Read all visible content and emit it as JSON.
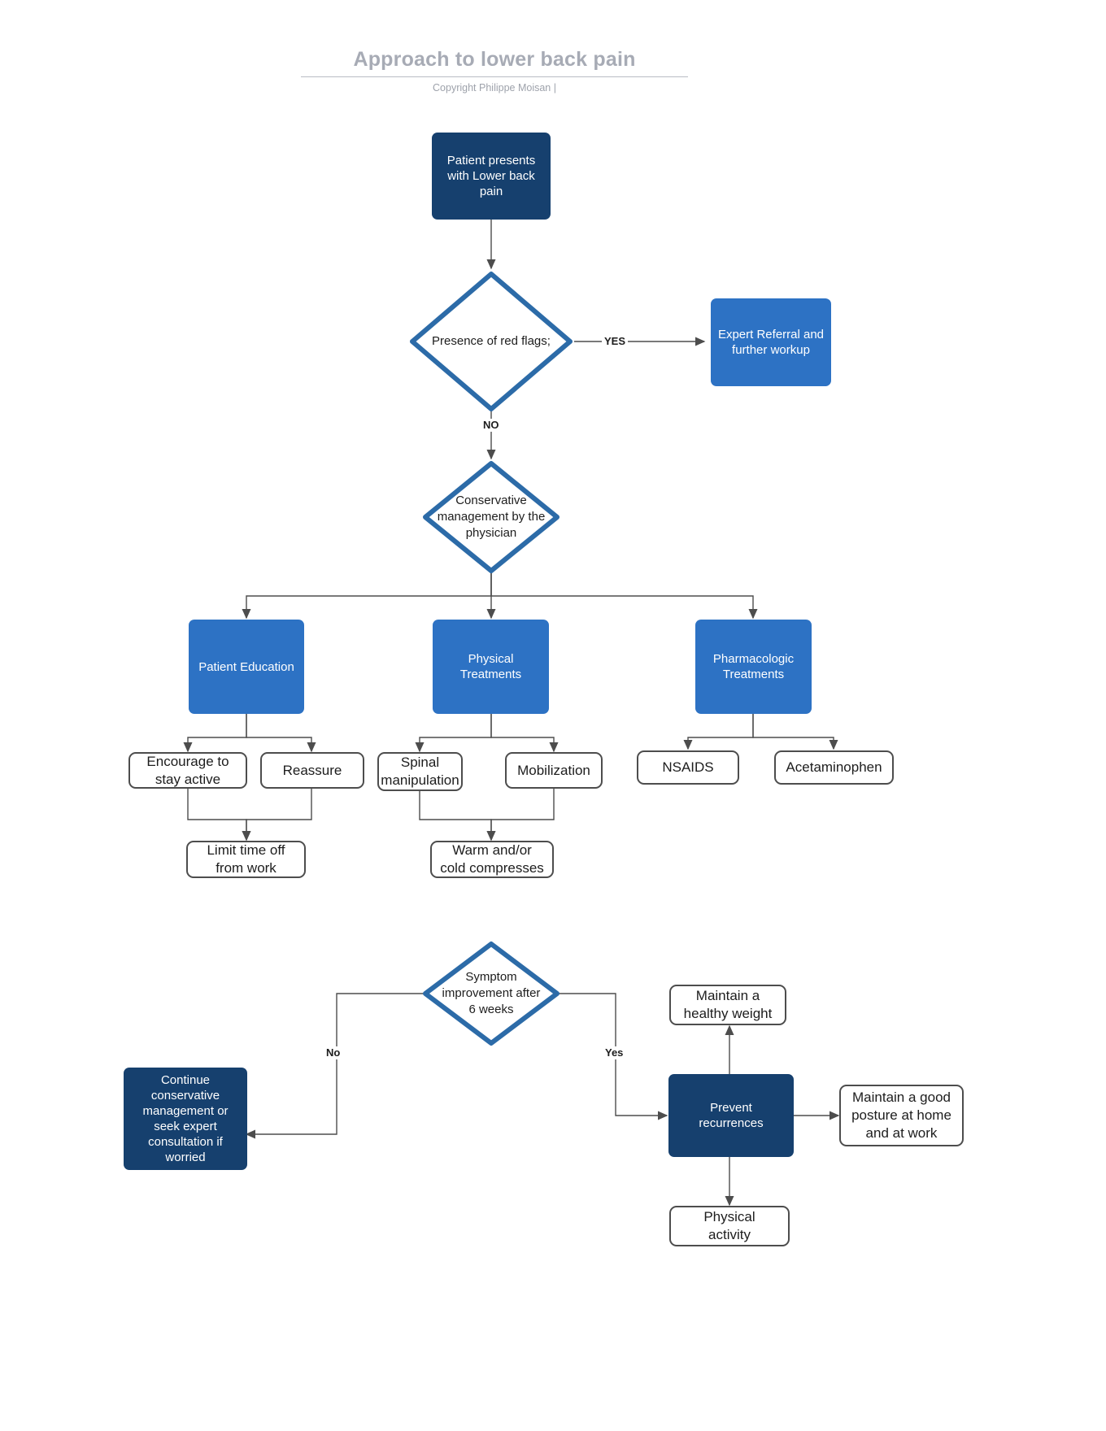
{
  "header": {
    "title": "Approach to lower back pain",
    "subtitle": "Copyright Philippe Moisan  |"
  },
  "colors": {
    "navy": "#16406e",
    "blue": "#2d72c4",
    "diamond_stroke": "#2c6ba8",
    "edge": "#4d4d4d",
    "title_gray": "#a7abb5",
    "plain_border": "#4d4d4d"
  },
  "nodes": {
    "start": "Patient presents\nwith Lower back\npain",
    "red_flags": "Presence of red flags;",
    "expert_referral": "Expert Referral and\nfurther workup",
    "conservative": "Conservative\nmanagement by the\nphysician",
    "patient_education": "Patient Education",
    "physical_treatments": "Physical\nTreatments",
    "pharmacologic_treatments": "Pharmacologic\nTreatments",
    "encourage_active": "Encourage to\nstay active",
    "reassure": "Reassure",
    "spinal_manipulation": "Spinal\nmanipulation",
    "mobilization": "Mobilization",
    "nsaids": "NSAIDS",
    "acetaminophen": "Acetaminophen",
    "limit_time_off": "Limit time off\nfrom work",
    "compresses": "Warm and/or\ncold compresses",
    "symptom_improvement": "Symptom\nimprovement after\n6 weeks",
    "continue_conservative": "Continue\nconservative\nmanagement or\nseek expert\nconsultation if\nworried",
    "prevent_recurrences": "Prevent\nrecurrences",
    "healthy_weight": "Maintain a\nhealthy weight",
    "good_posture": "Maintain a good\nposture at home\nand at work",
    "physical_activity": "Physical\nactivity"
  },
  "edge_labels": {
    "yes_upper": "YES",
    "no_upper": "NO",
    "no_lower": "No",
    "yes_lower": "Yes"
  }
}
